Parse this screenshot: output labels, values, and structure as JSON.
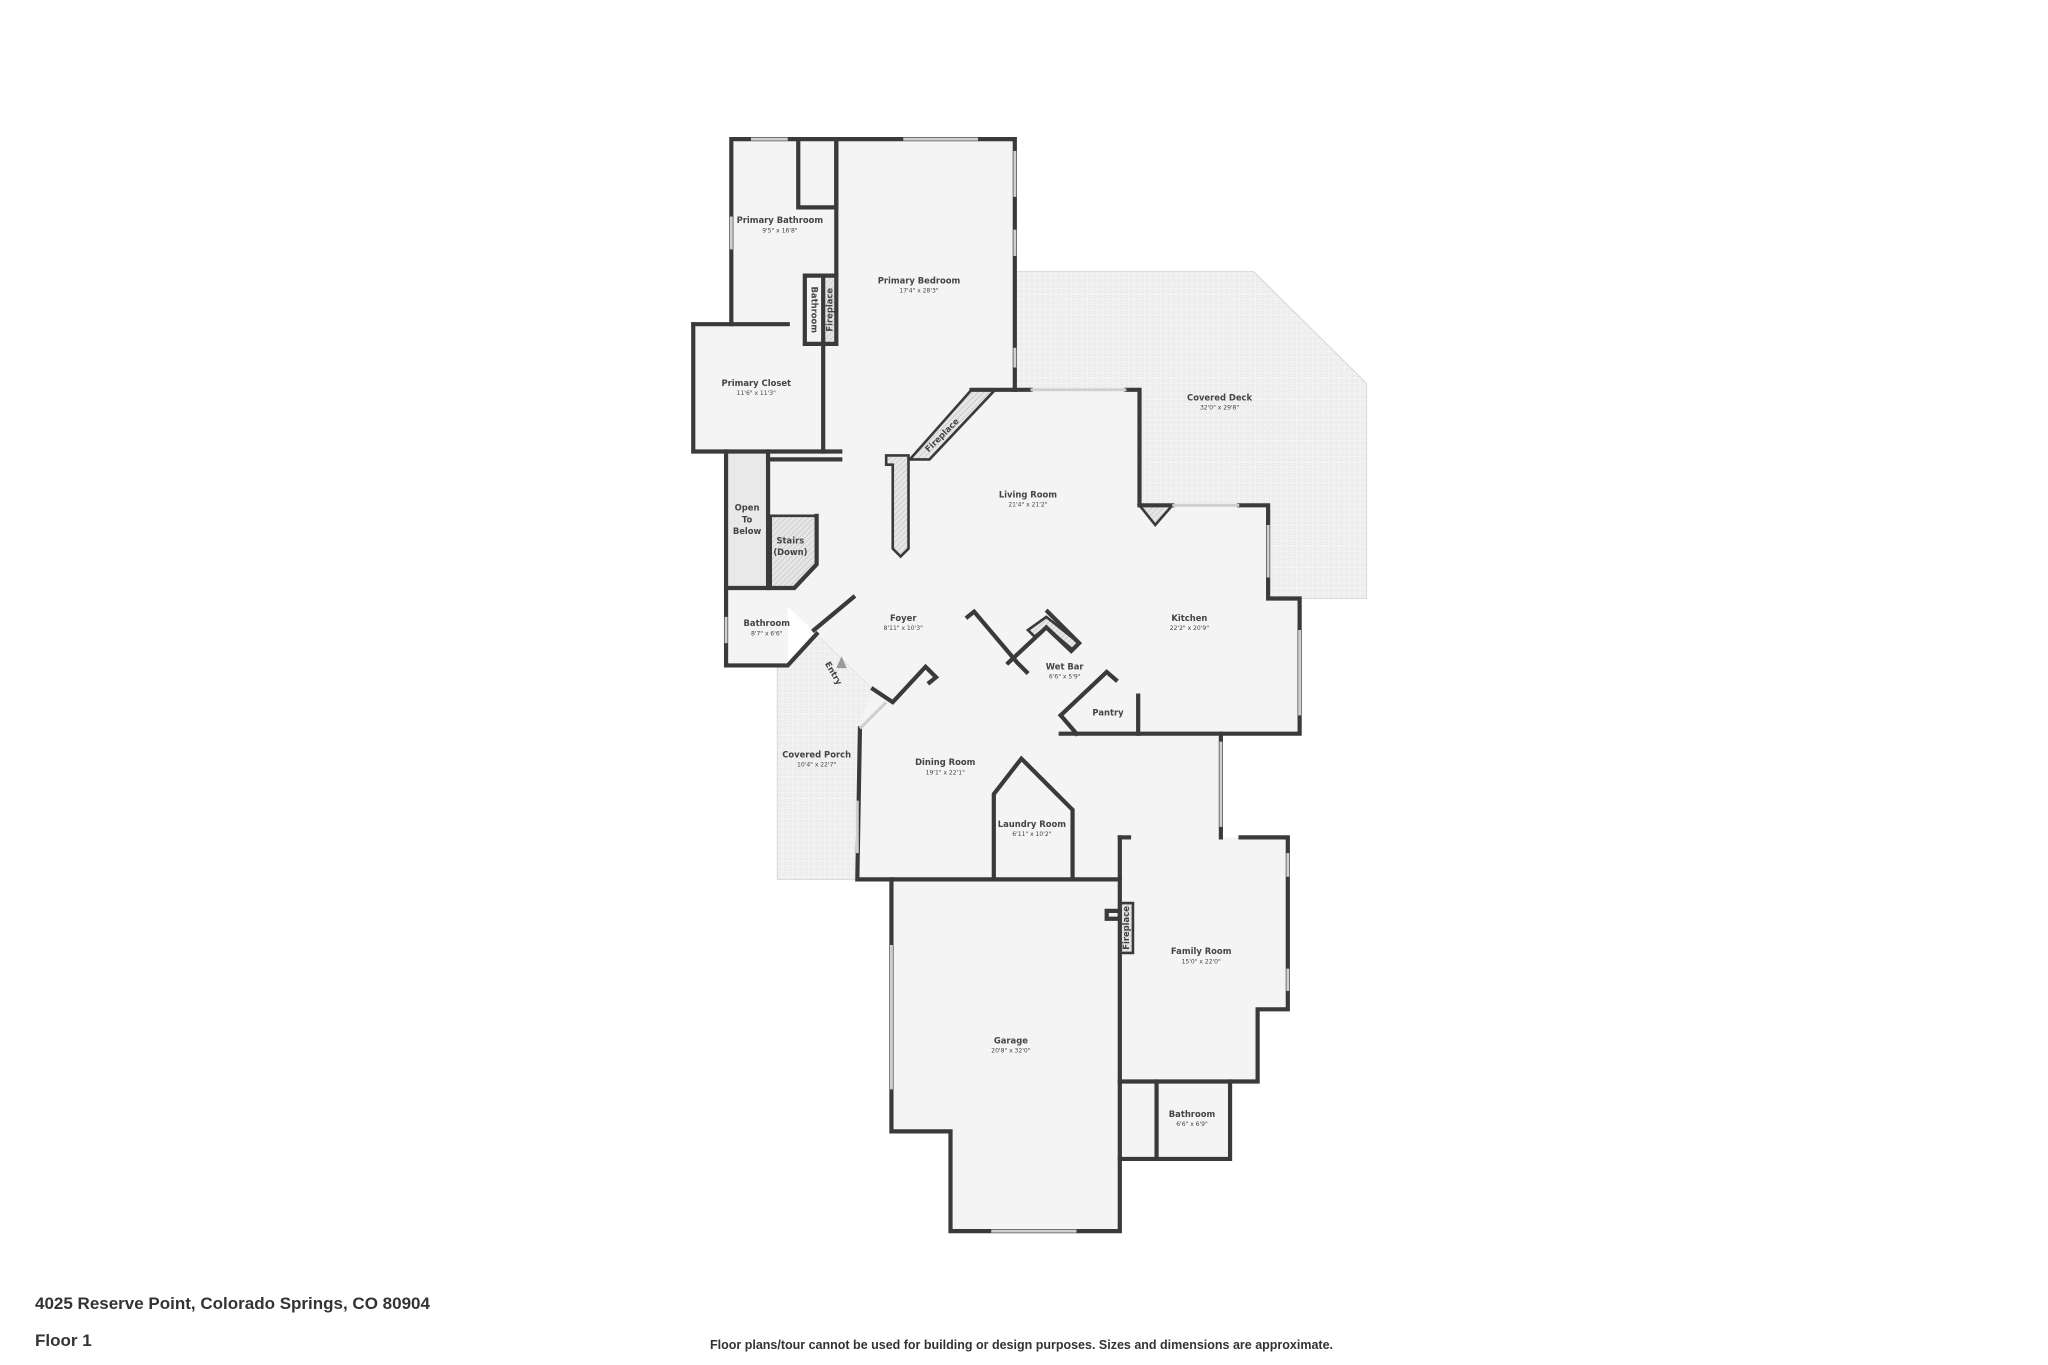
{
  "footer": {
    "address": "4025 Reserve Point, Colorado Springs, CO 80904",
    "floor": "Floor 1",
    "disclaimer": "Floor plans/tour cannot be used for building or design purposes. Sizes and dimensions are approximate."
  },
  "colors": {
    "wall": "#3a3a3a",
    "floor": "#f4f4f4",
    "text": "#444444"
  },
  "rooms": [
    {
      "name": "Primary Bathroom",
      "dims": "9'5\" x 16'8\""
    },
    {
      "name": "Primary Bedroom",
      "dims": "17'4\" x 28'3\""
    },
    {
      "name": "Primary Closet",
      "dims": "11'6\" x 11'3\""
    },
    {
      "name": "Covered Deck",
      "dims": "32'0\" x 29'8\""
    },
    {
      "name": "Living Room",
      "dims": "21'4\" x 21'2\""
    },
    {
      "name": "Foyer",
      "dims": "8'11\" x 10'3\""
    },
    {
      "name": "Kitchen",
      "dims": "22'2\" x 20'9\""
    },
    {
      "name": "Bathroom",
      "dims": "8'7\" x 6'6\""
    },
    {
      "name": "Wet Bar",
      "dims": "6'6\" x 5'9\""
    },
    {
      "name": "Covered Porch",
      "dims": "10'4\" x 22'7\""
    },
    {
      "name": "Dining Room",
      "dims": "19'1\" x 22'1\""
    },
    {
      "name": "Laundry Room",
      "dims": "6'11\" x 10'2\""
    },
    {
      "name": "Family Room",
      "dims": "15'0\" x 22'0\""
    },
    {
      "name": "Garage",
      "dims": "20'8\" x 32'0\""
    },
    {
      "name": "Bathroom",
      "dims": "6'6\" x 6'9\""
    }
  ],
  "small_labels": {
    "open_to_below": [
      "Open",
      "To",
      "Below"
    ],
    "stairs": [
      "Stairs",
      "(Down)"
    ],
    "pantry": "Pantry",
    "entry": "Entry",
    "bathroom_small": "Bathroom",
    "fireplace": "Fireplace"
  }
}
